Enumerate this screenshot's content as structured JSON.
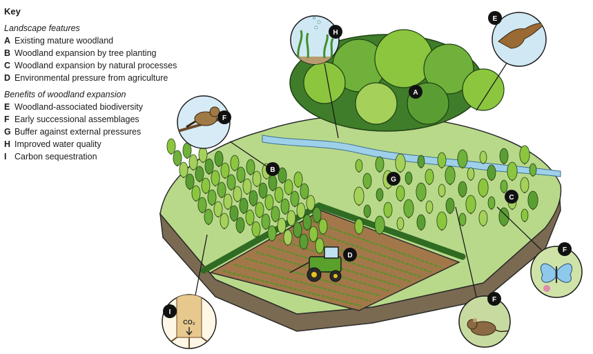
{
  "key": {
    "title": "Key",
    "landscape_heading": "Landscape features",
    "landscape_items": [
      {
        "letter": "A",
        "label": "Existing mature woodland"
      },
      {
        "letter": "B",
        "label": "Woodland expansion by tree planting"
      },
      {
        "letter": "C",
        "label": "Woodland expansion by natural processes"
      },
      {
        "letter": "D",
        "label": "Environmental pressure from agriculture"
      }
    ],
    "benefits_heading": "Benefits of woodland expansion",
    "benefit_items": [
      {
        "letter": "E",
        "label": "Woodland-associated biodiversity"
      },
      {
        "letter": "F",
        "label": "Early successional assemblages"
      },
      {
        "letter": "G",
        "label": "Buffer against external pressures"
      },
      {
        "letter": "H",
        "label": "Improved water quality"
      },
      {
        "letter": "I",
        "label": "Carbon sequestration"
      }
    ]
  },
  "markers": {
    "A": "A",
    "B": "B",
    "C": "C",
    "D": "D",
    "G": "G",
    "E": "E",
    "H": "H",
    "I": "I",
    "F_bird": "F",
    "F_butterfly": "F",
    "F_mouse": "F"
  },
  "co2_label": "CO₂",
  "icons": {
    "E": "bird-of-prey-icon",
    "F_bird": "songbird-on-branch-icon",
    "F_butterfly": "blue-butterfly-icon",
    "F_mouse": "mouse-icon",
    "H": "aquatic-plants-icon",
    "I": "tree-trunk-roots-icon"
  },
  "colors": {
    "marker": "#111111",
    "woodland_dark": "#3f7d2a",
    "woodland_light": "#8cc63f",
    "field": "#a2784a",
    "soil": "#7a6a52",
    "river": "#9fd0ea",
    "tractor": "#5aa02c"
  }
}
